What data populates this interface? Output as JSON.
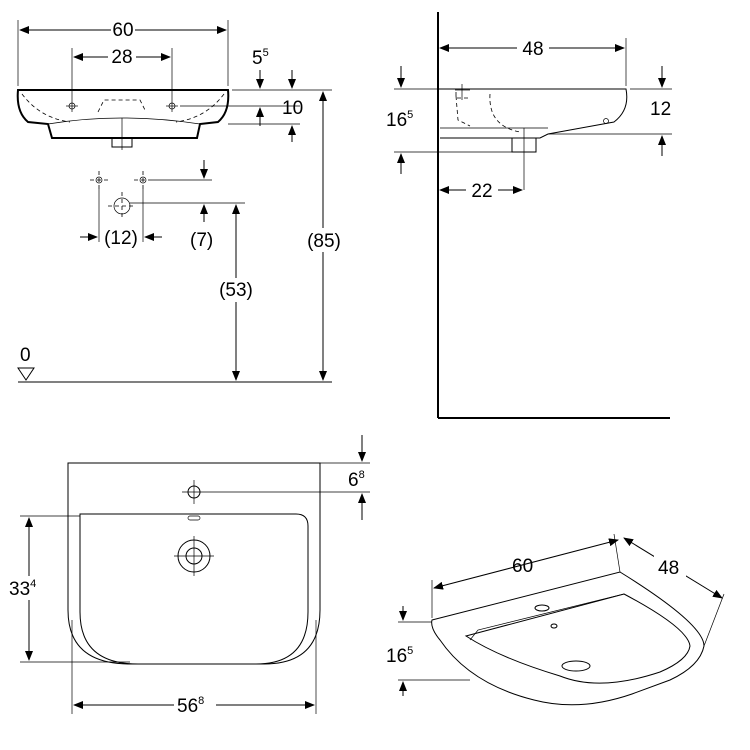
{
  "front_view": {
    "overall_width": "60",
    "tap_hole_spacing": "28",
    "rim_offset": {
      "base": "5",
      "sup": "5"
    },
    "rim_thickness": "10",
    "overall_height": "(85)",
    "waste_height": "(53)",
    "waste_offset": "(7)",
    "waste_spacing": "(12)",
    "floor_level": "0"
  },
  "side_view": {
    "projection": "48",
    "bowl_depth": {
      "base": "16",
      "sup": "5"
    },
    "rim_height": "12",
    "waste_distance": "22"
  },
  "top_view": {
    "tap_hole_offset": {
      "base": "6",
      "sup": "8"
    },
    "bowl_depth": {
      "base": "33",
      "sup": "4"
    },
    "bowl_width": {
      "base": "56",
      "sup": "8"
    }
  },
  "iso_view": {
    "width": "60",
    "depth": "48",
    "height": {
      "base": "16",
      "sup": "5"
    }
  }
}
